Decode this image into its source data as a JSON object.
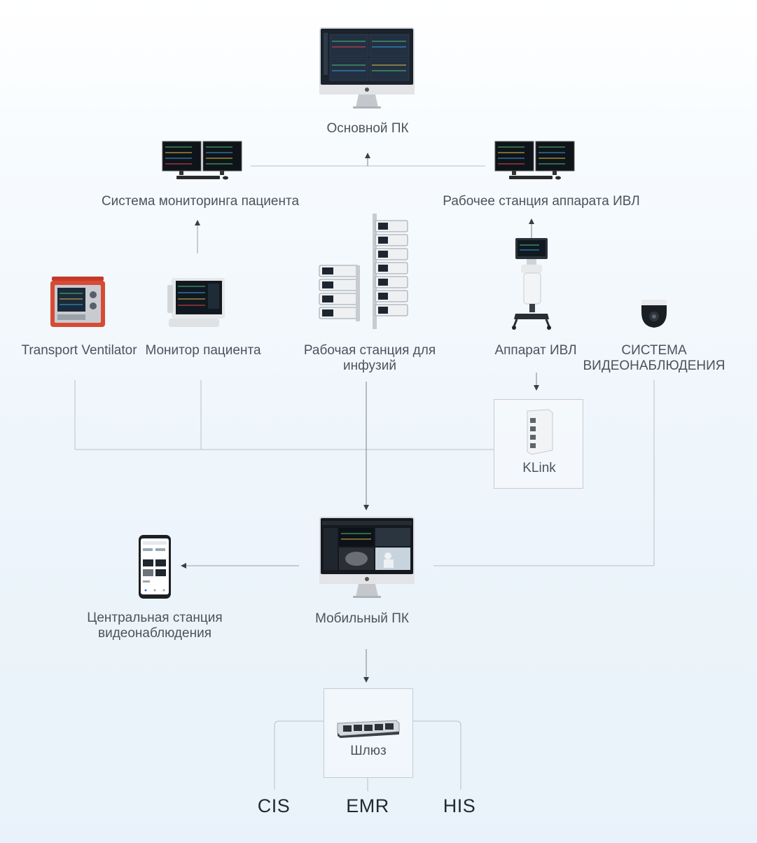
{
  "nodes": {
    "main_pc": "Основной ПК",
    "patient_monitoring_system": "Система мониторинга пациента",
    "ventilator_workstation": "Рабочее станция аппарата ИВЛ",
    "transport_ventilator": "Transport Ventilator",
    "patient_monitor": "Монитор пациента",
    "infusion_workstation": "Рабочая станция для\nинфузий",
    "ventilator": "Аппарат ИВЛ",
    "video_surveillance_system": "СИСТЕМА\nВИДЕОНАБЛЮДЕНИЯ",
    "klink": "KLink",
    "mobile_pc": "Мобильный ПК",
    "central_video_station": "Центральная станция\nвидеонаблюдения",
    "gateway": "Шлюз",
    "cis": "CIS",
    "emr": "EMR",
    "his": "HIS"
  },
  "colors": {
    "line": "#b9c0c7",
    "arrow": "#3a3f45",
    "screen_dark": "#1c222b"
  },
  "icons": {
    "main_pc": "imac-icon",
    "patient_monitoring_system": "dual-monitor-icon",
    "ventilator_workstation": "dual-monitor-icon",
    "transport_ventilator": "transport-ventilator-icon",
    "patient_monitor": "patient-monitor-icon",
    "infusion_workstation": "infusion-pump-stack-icon",
    "ventilator": "ventilator-cart-icon",
    "video_surveillance_system": "dome-camera-icon",
    "klink": "network-switch-icon",
    "mobile_pc": "imac-icon",
    "central_video_station": "smartphone-icon",
    "gateway": "server-rack-icon"
  }
}
